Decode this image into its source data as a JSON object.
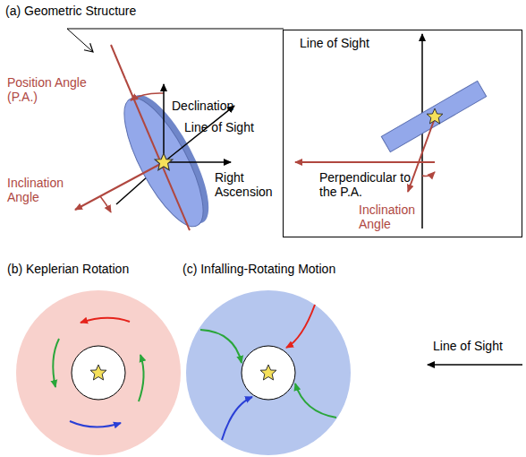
{
  "diagram": {
    "nodes": [
      {
        "text": [
          "Line of Sight",
          "Perpendicular to the P.A.",
          "Inclination Angle"
        ]
      }
    ],
    "labels": [
      "(a) Geometric Structure",
      "Position Angle (P.A.)",
      "Declination",
      "Line of Sight",
      "Right Ascension",
      "Inclination Angle",
      "(b) Keplerian Rotation",
      "(c) Infalling-Rotating Motion",
      "Line of Sight"
    ]
  }
}
